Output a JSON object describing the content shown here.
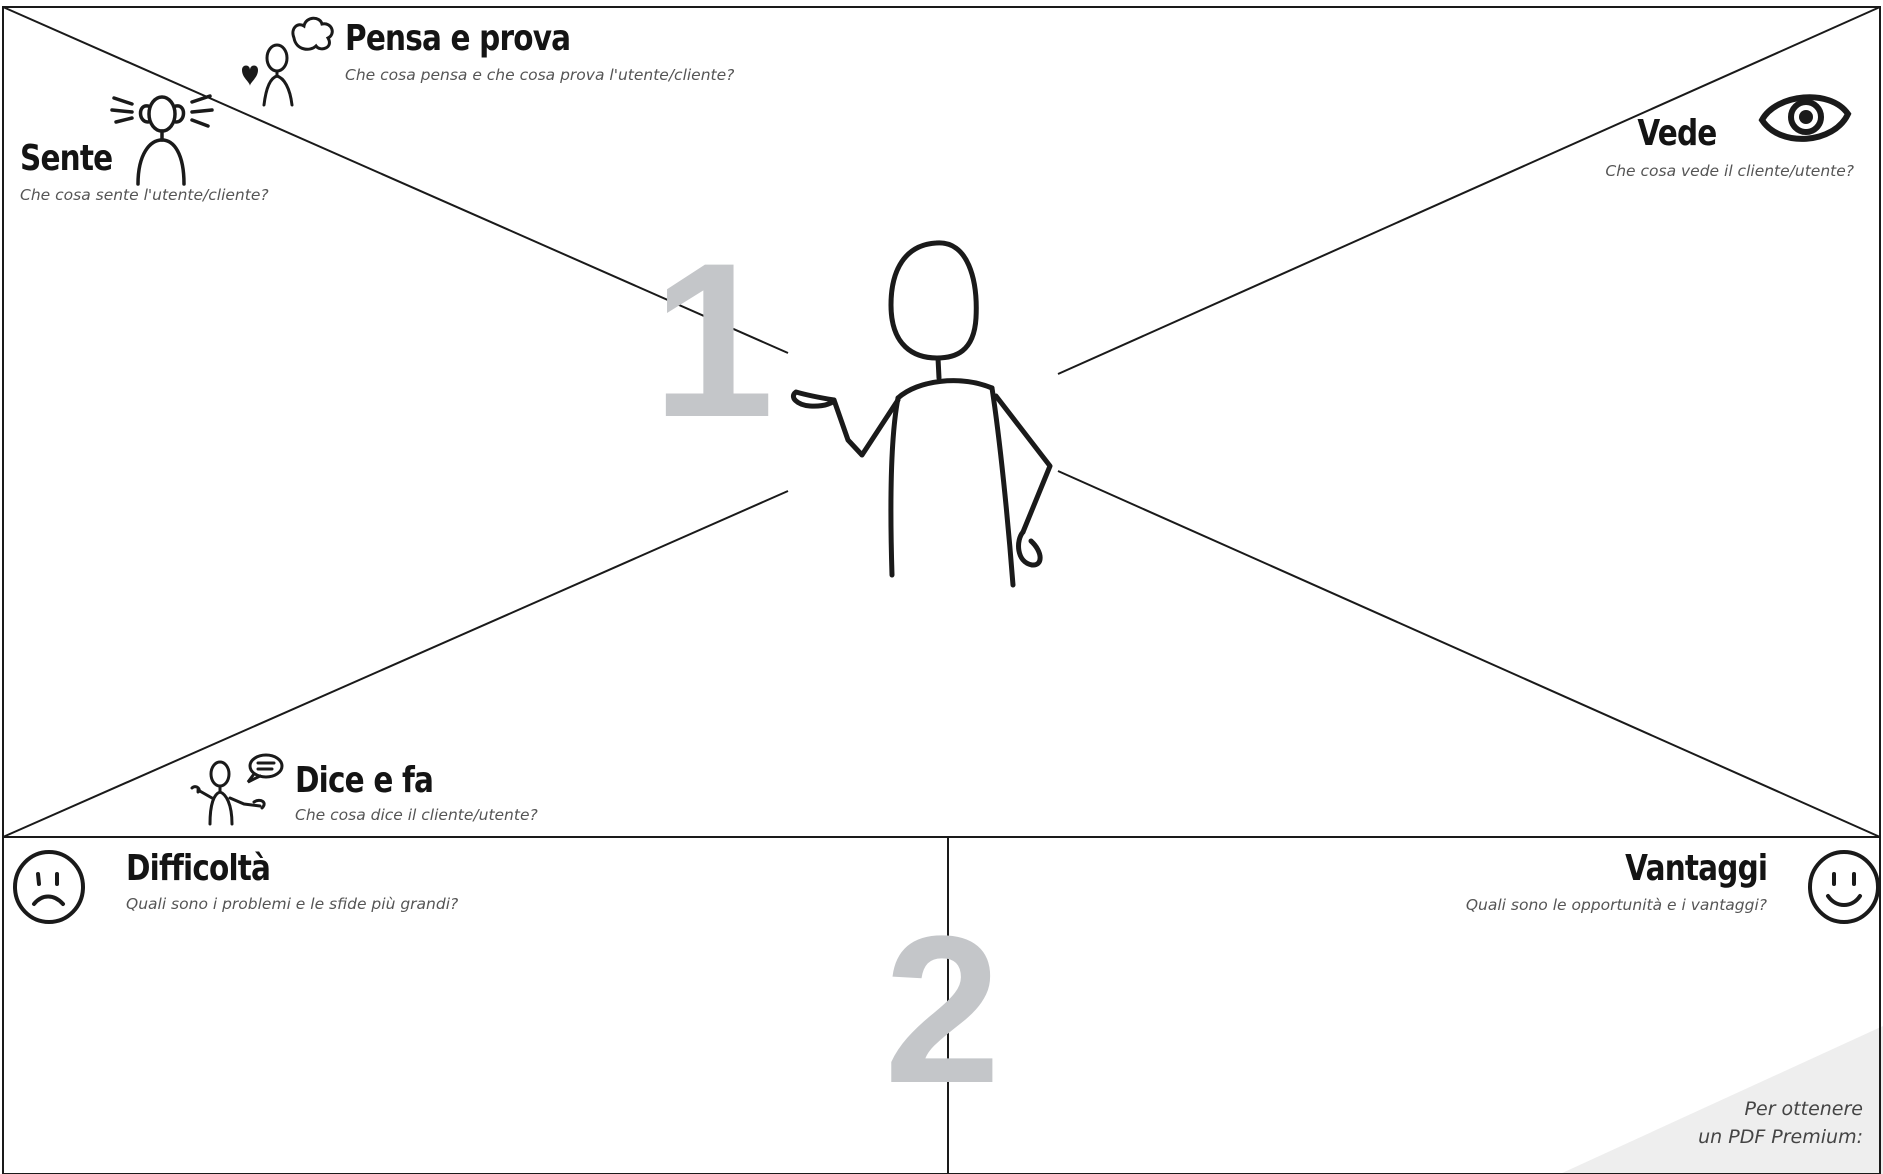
{
  "canvas": {
    "number_top": "1",
    "number_bottom": "2",
    "sections": {
      "pensa": {
        "title": "Pensa e prova",
        "subtitle": "Che cosa pensa e che cosa prova l'utente/cliente?",
        "icon": "thinking-person-icon"
      },
      "sente": {
        "title": "Sente",
        "subtitle": "Che cosa sente l'utente/cliente?",
        "icon": "listening-person-icon"
      },
      "vede": {
        "title": "Vede",
        "subtitle": "Che cosa vede il cliente/utente?",
        "icon": "eye-icon"
      },
      "dice": {
        "title": "Dice e fa",
        "subtitle": "Che cosa dice il cliente/utente?",
        "icon": "talking-person-icon"
      },
      "difficolta": {
        "title": "Difficoltà",
        "subtitle": "Quali sono i problemi e le sfide più grandi?",
        "icon": "sad-face-icon"
      },
      "vantaggi": {
        "title": "Vantaggi",
        "subtitle": "Quali sono le opportunità e i vantaggi?",
        "icon": "happy-face-icon"
      }
    },
    "promo": {
      "line1": "Per ottenere",
      "line2": "un PDF Premium:"
    },
    "colors": {
      "line": "#1a1a1a",
      "number": "#c4c6c9",
      "corner": "#eeeeee"
    }
  }
}
